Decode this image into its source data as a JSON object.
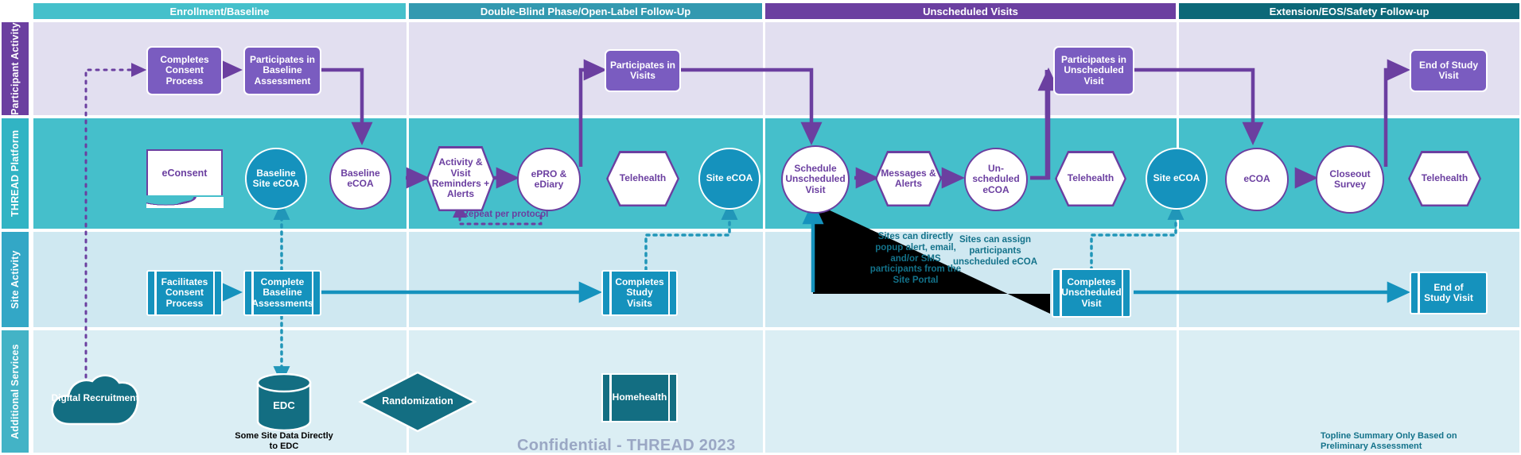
{
  "phases": [
    {
      "id": "enrollment",
      "label": "Enrollment/Baseline",
      "color": "#45c0cb"
    },
    {
      "id": "double-blind",
      "label": "Double-Blind Phase/Open-Label Follow-Up",
      "color": "#3399b0"
    },
    {
      "id": "unscheduled",
      "label": "Unscheduled Visits",
      "color": "#6b3fa0"
    },
    {
      "id": "extension",
      "label": "Extension/EOS/Safety Follow-up",
      "color": "#0c6878"
    }
  ],
  "lanes": [
    {
      "id": "participant",
      "label": "Participant Activity",
      "color": "#6b3fa0",
      "band": "#e2dff0"
    },
    {
      "id": "platform",
      "label": "THREAD Platform",
      "color": "#31b4c4",
      "band": "#45bfcb"
    },
    {
      "id": "site",
      "label": "Site Activity",
      "color": "#33a7c6",
      "band": "#cfe8f1"
    },
    {
      "id": "additional",
      "label": "Additional Services",
      "color": "#43b3c6",
      "band": "#dbeef4"
    }
  ],
  "participant_nodes": [
    {
      "id": "completes-consent-process",
      "label": "Completes Consent Process"
    },
    {
      "id": "participates-in-baseline-assessment",
      "label": "Participates in Baseline Assessment"
    },
    {
      "id": "participates-in-visits",
      "label": "Participates in Visits"
    },
    {
      "id": "participates-in-unscheduled-visit",
      "label": "Participates in Unscheduled Visit"
    },
    {
      "id": "end-of-study-visit",
      "label": "End of Study Visit"
    }
  ],
  "platform_nodes": [
    {
      "id": "econsent",
      "label": "eConsent",
      "shape": "document"
    },
    {
      "id": "baseline-site-ecoa",
      "label": "Baseline Site eCOA",
      "shape": "circle-filled"
    },
    {
      "id": "baseline-ecoa",
      "label": "Baseline eCOA",
      "shape": "circle"
    },
    {
      "id": "activity-visit-reminders-alerts",
      "label": "Activity & Visit Reminders + Alerts",
      "shape": "hexagon"
    },
    {
      "id": "epro-ediary",
      "label": "ePRO & eDiary",
      "shape": "circle"
    },
    {
      "id": "telehealth-1",
      "label": "Telehealth",
      "shape": "hexagon"
    },
    {
      "id": "site-ecoa-1",
      "label": "Site eCOA",
      "shape": "circle-filled"
    },
    {
      "id": "schedule-unscheduled-visit",
      "label": "Schedule Unscheduled Visit",
      "shape": "circle"
    },
    {
      "id": "messages-alerts",
      "label": "Messages & Alerts",
      "shape": "hexagon"
    },
    {
      "id": "unscheduled-ecoa",
      "label": "Un-scheduled eCOA",
      "shape": "circle"
    },
    {
      "id": "telehealth-2",
      "label": "Telehealth",
      "shape": "hexagon"
    },
    {
      "id": "site-ecoa-2",
      "label": "Site eCOA",
      "shape": "circle-filled"
    },
    {
      "id": "ecoa",
      "label": "eCOA",
      "shape": "circle"
    },
    {
      "id": "closeout-survey",
      "label": "Closeout Survey",
      "shape": "circle"
    },
    {
      "id": "telehealth-3",
      "label": "Telehealth",
      "shape": "hexagon"
    }
  ],
  "site_nodes": [
    {
      "id": "facilitates-consent-process",
      "label": "Facilitates Consent Process"
    },
    {
      "id": "complete-baseline-assessments",
      "label": "Complete Baseline Assessments"
    },
    {
      "id": "completes-study-visits",
      "label": "Completes Study Visits"
    },
    {
      "id": "completes-unscheduled-visit",
      "label": "Completes Unscheduled Visit"
    },
    {
      "id": "site-end-of-study-visit",
      "label": "End of Study Visit"
    }
  ],
  "additional_nodes": [
    {
      "id": "digital-recruitment",
      "label": "Digital Recruitment",
      "shape": "cloud"
    },
    {
      "id": "edc",
      "label": "EDC",
      "shape": "cylinder"
    },
    {
      "id": "randomization",
      "label": "Randomization",
      "shape": "diamond"
    },
    {
      "id": "homehealth",
      "label": "Homehealth",
      "shape": "predefined-process"
    }
  ],
  "annotations": [
    {
      "id": "repeat-per-protocol",
      "text": "Repeat per protocol"
    },
    {
      "id": "site-portal-note",
      "text": "Sites can directly popup alert, email, and/or SMS participants from the Site Portal"
    },
    {
      "id": "assign-unscheduled-ecoa-note",
      "text": "Sites can assign participants unscheduled eCOA"
    },
    {
      "id": "edc-note",
      "text": "Some Site Data Directly to EDC"
    },
    {
      "id": "topline-note",
      "text": "Topline Summary Only Based on Preliminary Assessment"
    }
  ],
  "footer": {
    "confidential": "Confidential - THREAD 2023"
  },
  "colors": {
    "purple": "#6b3fa0",
    "purple_fill": "#7a5cc0",
    "teal": "#45bfcb",
    "teal_dark": "#1592bd",
    "teal_deep": "#136e82",
    "site_band": "#cfe8f1",
    "participant_band": "#e2dff0",
    "additional_band": "#dbeef4"
  }
}
